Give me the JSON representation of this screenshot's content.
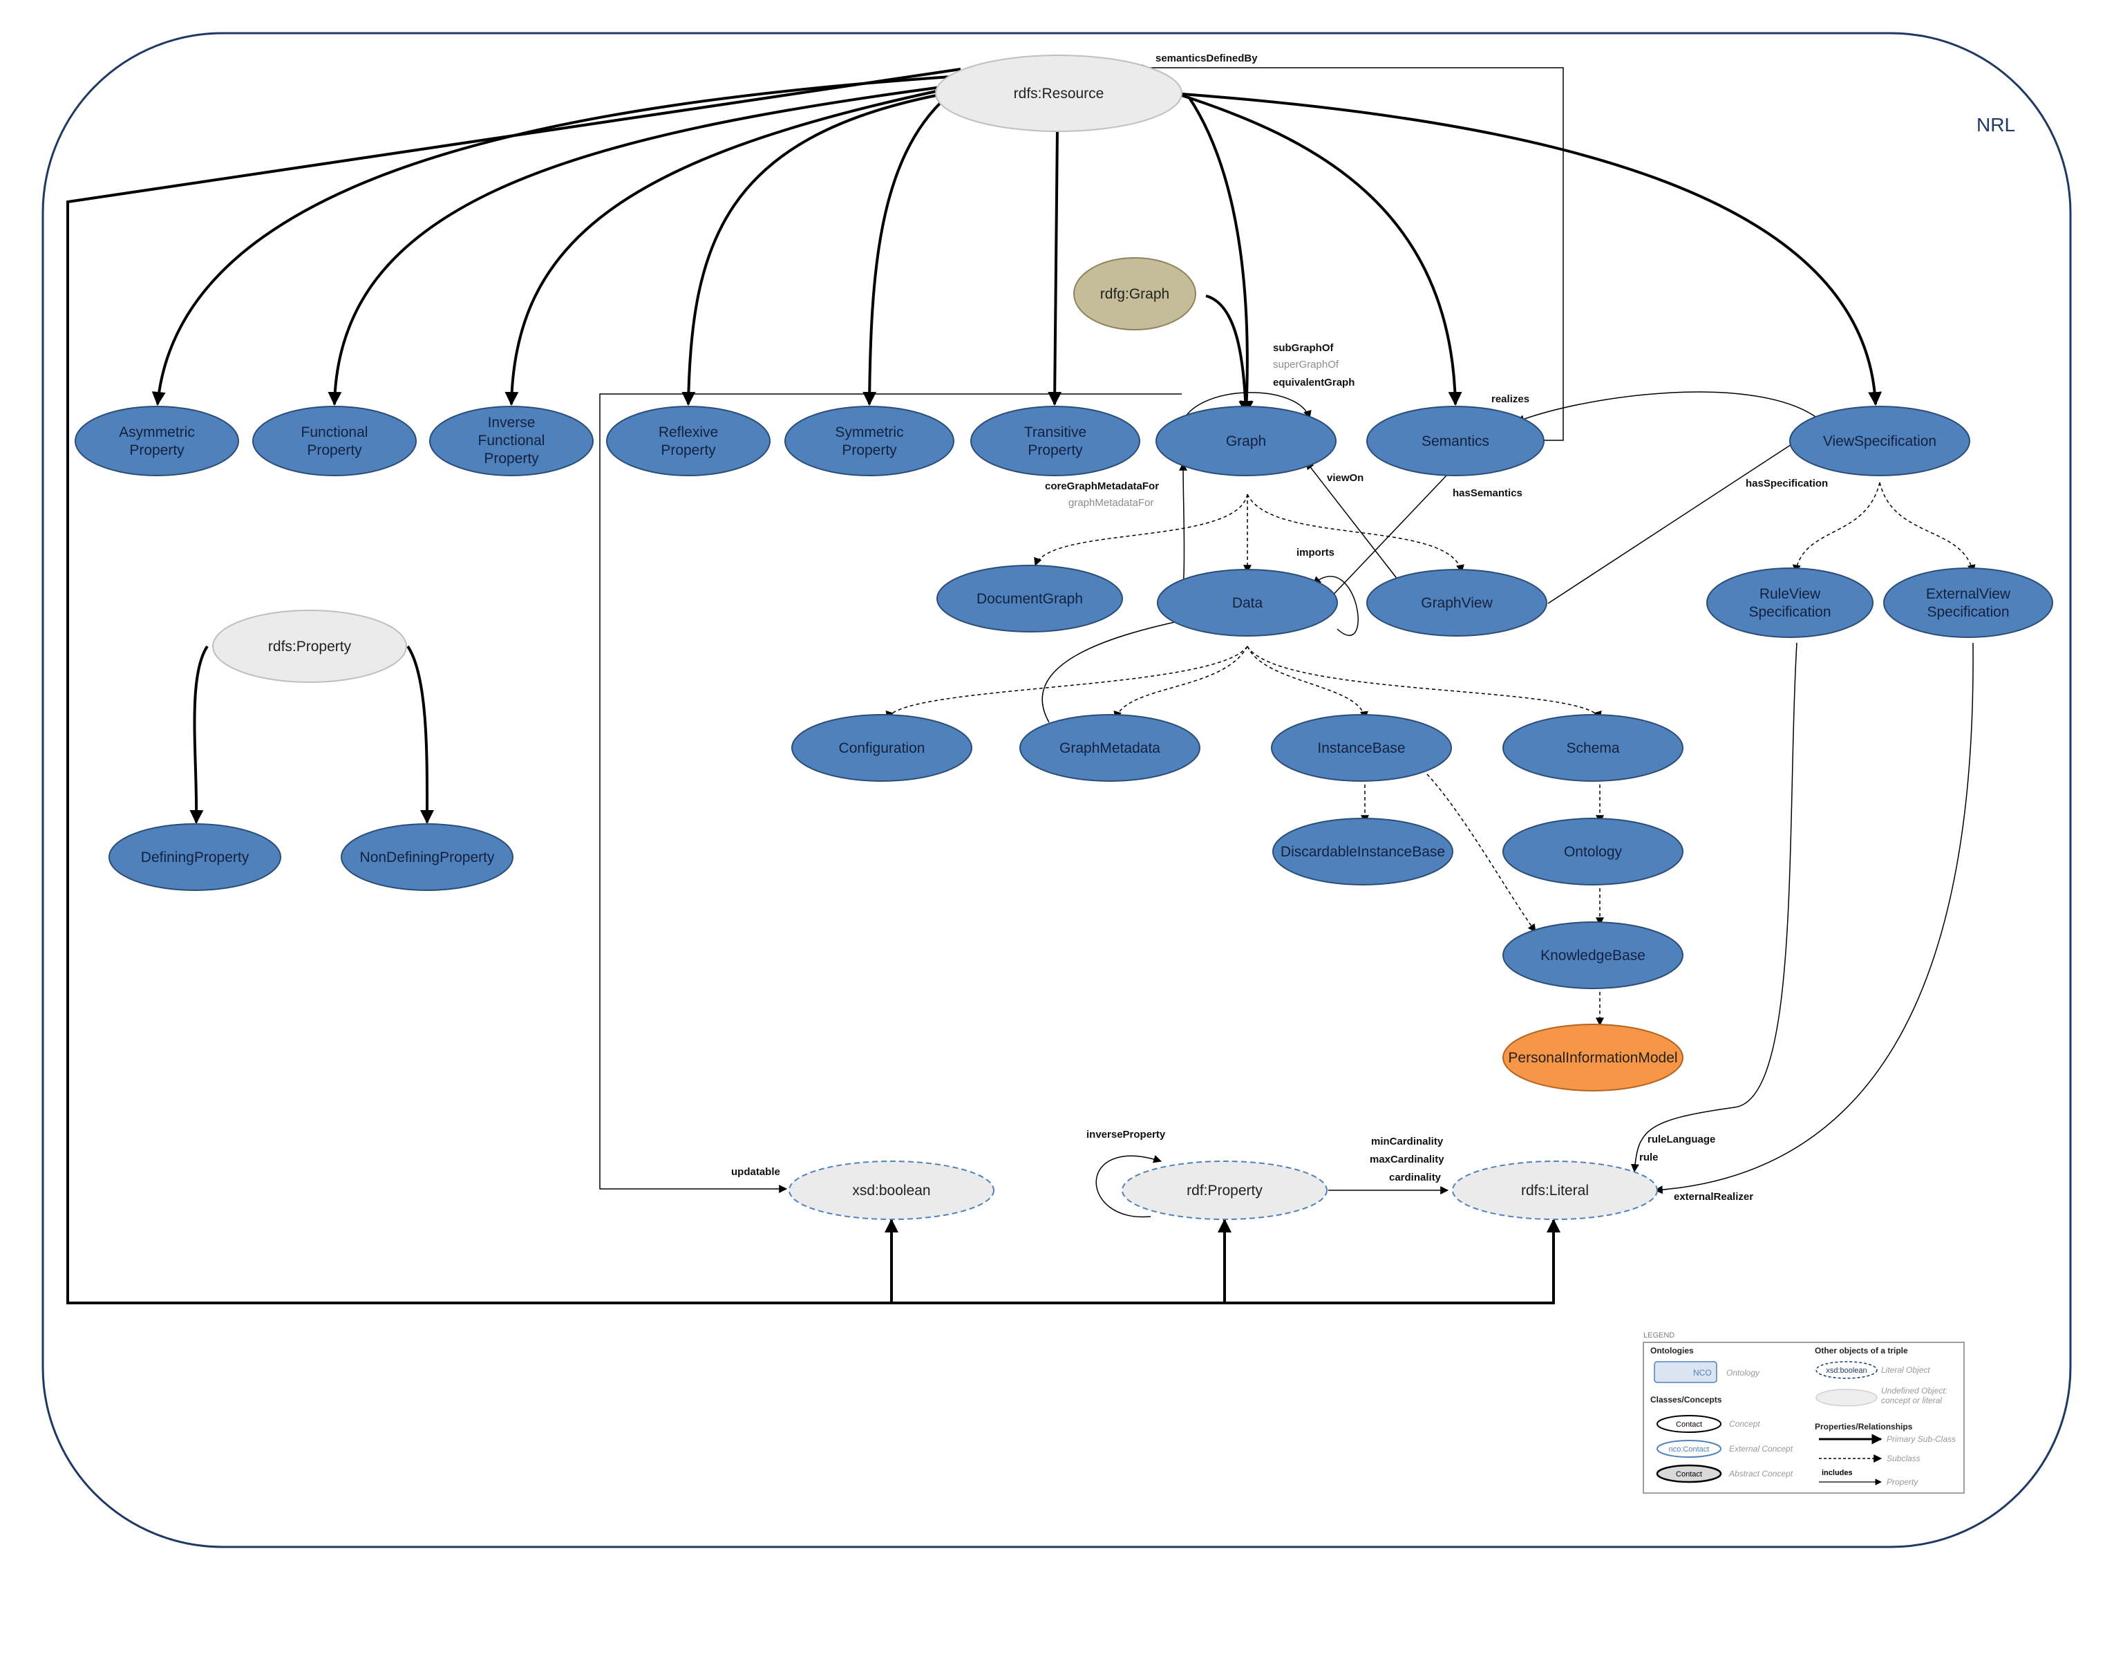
{
  "container_label": "NRL",
  "nodes": {
    "rdfs_resource": "rdfs:Resource",
    "asymmetric": [
      "Asymmetric",
      "Property"
    ],
    "functional": [
      "Functional",
      "Property"
    ],
    "inverse_functional": [
      "Inverse",
      "Functional",
      "Property"
    ],
    "reflexive": [
      "Reflexive",
      "Property"
    ],
    "symmetric": [
      "Symmetric",
      "Property"
    ],
    "transitive": [
      "Transitive",
      "Property"
    ],
    "graph": "Graph",
    "semantics": "Semantics",
    "view_specification": "ViewSpecification",
    "rdfg_graph": "rdfg:Graph",
    "document_graph": "DocumentGraph",
    "data": "Data",
    "graph_view": "GraphView",
    "rule_view": [
      "RuleView",
      "Specification"
    ],
    "external_view": [
      "ExternalView",
      "Specification"
    ],
    "rdfs_property": "rdfs:Property",
    "defining_property": "DefiningProperty",
    "non_defining_property": "NonDefiningProperty",
    "configuration": "Configuration",
    "graph_metadata": "GraphMetadata",
    "instance_base": "InstanceBase",
    "schema": "Schema",
    "discardable_instance_base": "DiscardableInstanceBase",
    "ontology": "Ontology",
    "knowledge_base": "KnowledgeBase",
    "personal_information_model": "PersonalInformationModel",
    "xsd_boolean": "xsd:boolean",
    "rdf_property": "rdf:Property",
    "rdfs_literal": "rdfs:Literal"
  },
  "edge_labels": {
    "semantics_defined_by": "semanticsDefinedBy",
    "sub_graph_of": "subGraphOf",
    "super_graph_of": "superGraphOf",
    "equivalent_graph": "equivalentGraph",
    "realizes": "realizes",
    "core_graph_metadata_for": "coreGraphMetadataFor",
    "graph_metadata_for": "graphMetadataFor",
    "view_on": "viewOn",
    "has_semantics": "hasSemantics",
    "has_specification": "hasSpecification",
    "imports": "imports",
    "updatable": "updatable",
    "inverse_property": "inverseProperty",
    "min_cardinality": "minCardinality",
    "max_cardinality": "maxCardinality",
    "cardinality": "cardinality",
    "rule_language": "ruleLanguage",
    "rule": "rule",
    "external_realizer": "externalRealizer"
  },
  "legend": {
    "title": "LEGEND",
    "ontologies_heading": "Ontologies",
    "ontology_sample": "NCO",
    "ontology_desc": "Ontology",
    "classes_heading": "Classes/Concepts",
    "concept_sample": "Contact",
    "concept_desc": "Concept",
    "external_sample": "nco:Contact",
    "external_desc": "External Concept",
    "abstract_sample": "Contact",
    "abstract_desc": "Abstract Concept",
    "other_heading": "Other objects of a triple",
    "literal_sample": "xsd:boolean",
    "literal_desc": "Literal Object",
    "undefined_desc_1": "Undefined Object:",
    "undefined_desc_2": "concept or literal",
    "props_heading": "Properties/Relationships",
    "primary_desc": "Primary Sub-Class",
    "subclass_desc": "Subclass",
    "includes_label": "includes",
    "property_desc": "Property"
  },
  "colors": {
    "concept_fill": "#4f81bd",
    "concept_stroke": "#2c4d75",
    "resource_fill": "#ebebeb",
    "rdfg_fill": "#c4bd97",
    "pim_fill": "#f79646",
    "container_stroke": "#1f3864"
  }
}
